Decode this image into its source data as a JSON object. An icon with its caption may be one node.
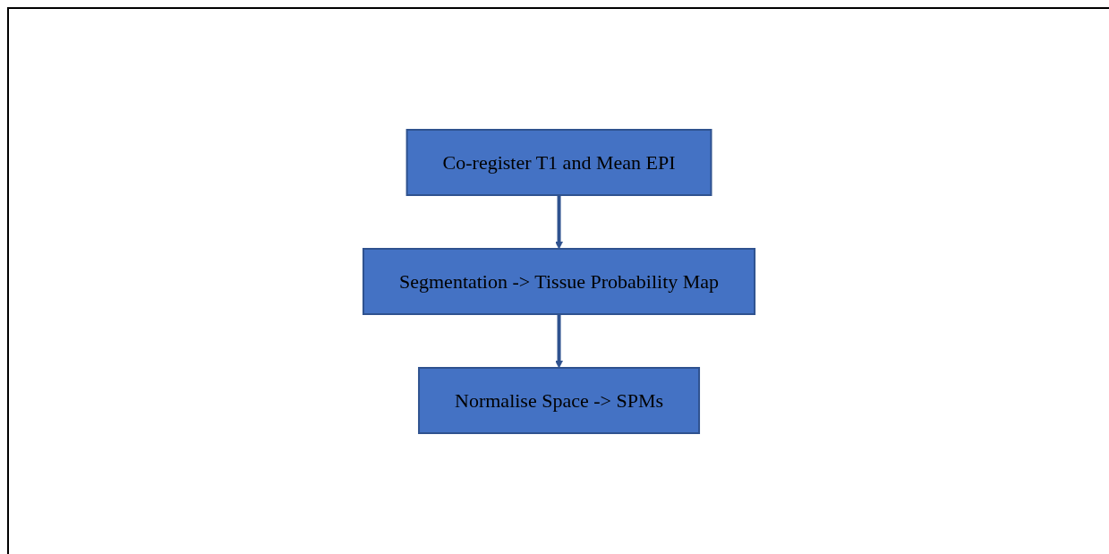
{
  "diagram": {
    "nodes": [
      {
        "text": [
          "Co-register T1 and Mean EPI"
        ]
      },
      {
        "text": [
          "Segmentation -> Tissue Probability Map"
        ]
      },
      {
        "text": [
          "Normalise Space -> SPMs"
        ]
      }
    ],
    "edges": [
      {
        "from": 0,
        "to": 1,
        "arrow": "to"
      },
      {
        "from": 1,
        "to": 2,
        "arrow": "to"
      }
    ]
  }
}
